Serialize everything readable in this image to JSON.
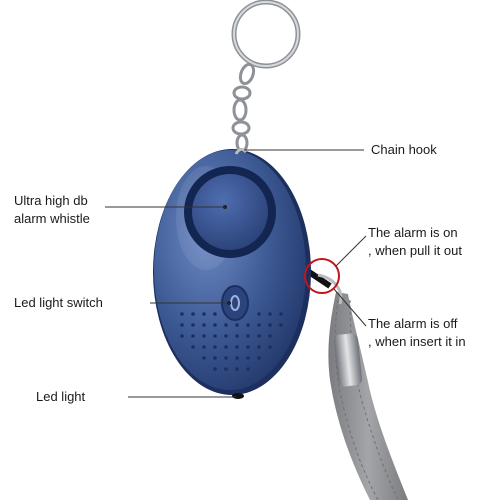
{
  "labels": {
    "chain_hook": "Chain hook",
    "whistle_line1": "Ultra high db",
    "whistle_line2": "alarm whistle",
    "led_switch": "Led light switch",
    "led_light": "Led light",
    "alarm_on_line1": "The alarm is on",
    "alarm_on_line2": ", when pull it out",
    "alarm_off_line1": "The alarm is off",
    "alarm_off_line2": ", when insert it in"
  },
  "colors": {
    "body": "#3d5a94",
    "body_dark": "#22376a",
    "speaker": "#1c2f5e",
    "metal": "#a9adb3",
    "strap": "#8f9194",
    "highlight_circle": "#c0151b",
    "leader_line": "#333333"
  }
}
